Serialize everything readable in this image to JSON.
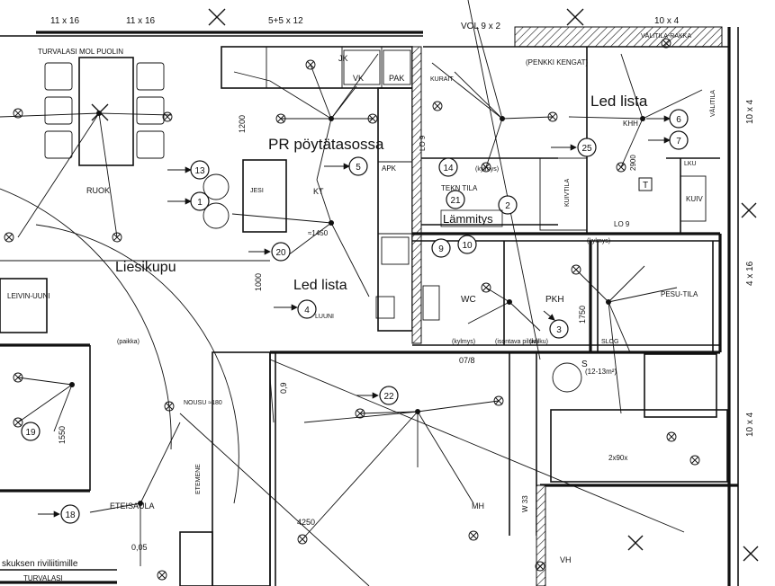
{
  "dimensions_top": [
    "11 x 16",
    "11 x 16",
    "5+5 x 12",
    "VOL 9 x 2",
    "10 x 4"
  ],
  "dimensions_side": [
    "10 x 4",
    "4 x 16",
    "10 x 4"
  ],
  "room_labels": [
    {
      "text": "TURVALASI MOL PUOLIN"
    },
    {
      "text": "RUOK"
    },
    {
      "text": "JK"
    },
    {
      "text": "VK"
    },
    {
      "text": "PAK"
    },
    {
      "text": "KURAIT"
    },
    {
      "text": "APK"
    },
    {
      "text": "KT"
    },
    {
      "text": "JESI"
    },
    {
      "text": "TEKN TILA"
    },
    {
      "text": "LUUNI"
    },
    {
      "text": "WC"
    },
    {
      "text": "PKH"
    },
    {
      "text": "KHH"
    },
    {
      "text": "KUIV"
    },
    {
      "text": "PESU-TILA"
    },
    {
      "text": "S"
    },
    {
      "text": "(12-13m²)"
    },
    {
      "text": "ETEISAULA"
    },
    {
      "text": "MH"
    },
    {
      "text": "VH"
    },
    {
      "text": "LEIVIN-UUNI"
    },
    {
      "text": "VÄLITILA"
    },
    {
      "text": "VÄLITILA-RAKKA"
    },
    {
      "text": "(PENKKI KENGAT)"
    },
    {
      "text": "KUIVTILA"
    },
    {
      "text": "NOUSU ≈180"
    },
    {
      "text": "ETEMENE"
    },
    {
      "text": "(kylmys)"
    },
    {
      "text": "(kulku)"
    },
    {
      "text": "(kylmys)"
    },
    {
      "text": "(isontava pilsiv)"
    },
    {
      "text": "(kylmys)"
    },
    {
      "text": "(paikka)"
    },
    {
      "text": "SLOG"
    },
    {
      "text": "TURVALASI"
    },
    {
      "text": "skuksen riviliitimille"
    },
    {
      "text": "W 33"
    },
    {
      "text": "LO 9"
    },
    {
      "text": "LO 9"
    },
    {
      "text": "LKU"
    }
  ],
  "big_labels": [
    {
      "text": "Led lista"
    },
    {
      "text": "PR pöytätasossa"
    },
    {
      "text": "Lämmitys"
    },
    {
      "text": "Liesikupu"
    },
    {
      "text": "Led lista"
    }
  ],
  "dimension_marks": [
    {
      "text": "1200"
    },
    {
      "text": "1000"
    },
    {
      "text": "≈1450"
    },
    {
      "text": "1750"
    },
    {
      "text": "4250"
    },
    {
      "text": "1550"
    },
    {
      "text": "2900"
    },
    {
      "text": "07/8"
    },
    {
      "text": "0,05"
    },
    {
      "text": "0,9"
    },
    {
      "text": "2x90x"
    }
  ],
  "circuit_numbers": [
    "13",
    "1",
    "5",
    "14",
    "21",
    "2",
    "25",
    "6",
    "7",
    "20",
    "9",
    "10",
    "4",
    "3",
    "22",
    "18",
    "19",
    "T"
  ]
}
